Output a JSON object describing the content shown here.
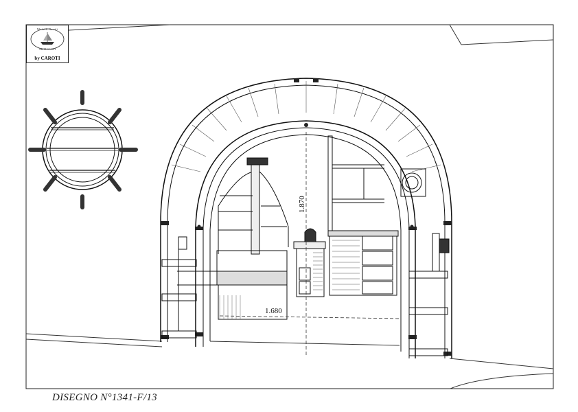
{
  "drawing": {
    "caption": "DISEGNO N°1341-F/13",
    "logo": {
      "top_text": "Modelli Navali",
      "bottom_text": "ARTIGIANI",
      "byline": "by CAROTI"
    },
    "dimensions": {
      "height": "1.870",
      "width": "1.680"
    }
  }
}
